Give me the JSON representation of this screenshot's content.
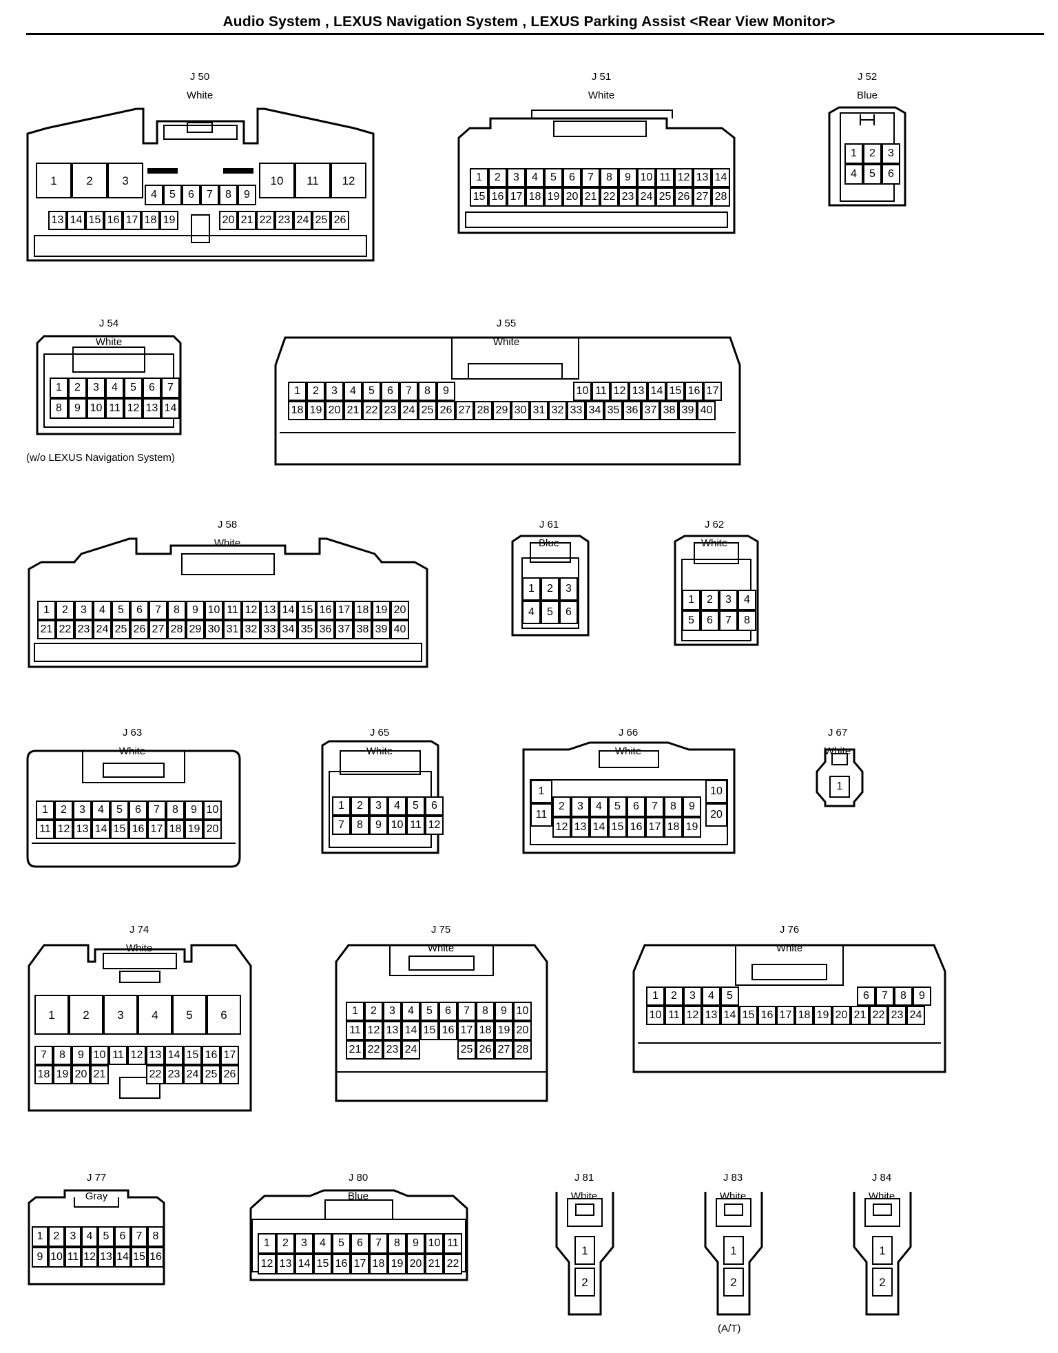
{
  "header": {
    "title": "Audio System , LEXUS Navigation System , LEXUS Parking Assist <Rear View Monitor>"
  },
  "connectors": [
    {
      "id": "J 50",
      "color": "White",
      "note": ""
    },
    {
      "id": "J 51",
      "color": "White",
      "note": ""
    },
    {
      "id": "J 52",
      "color": "Blue",
      "note": ""
    },
    {
      "id": "J 54",
      "color": "White",
      "note": "(w/o LEXUS Navigation System)"
    },
    {
      "id": "J 55",
      "color": "White",
      "note": ""
    },
    {
      "id": "J 58",
      "color": "White",
      "note": ""
    },
    {
      "id": "J 61",
      "color": "Blue",
      "note": ""
    },
    {
      "id": "J 62",
      "color": "White",
      "note": ""
    },
    {
      "id": "J 63",
      "color": "White",
      "note": ""
    },
    {
      "id": "J 65",
      "color": "White",
      "note": ""
    },
    {
      "id": "J 66",
      "color": "White",
      "note": ""
    },
    {
      "id": "J 67",
      "color": "White",
      "note": ""
    },
    {
      "id": "J 74",
      "color": "White",
      "note": ""
    },
    {
      "id": "J 75",
      "color": "White",
      "note": ""
    },
    {
      "id": "J 76",
      "color": "White",
      "note": ""
    },
    {
      "id": "J 77",
      "color": "Gray",
      "note": ""
    },
    {
      "id": "J 80",
      "color": "Blue",
      "note": ""
    },
    {
      "id": "J 81",
      "color": "White",
      "note": ""
    },
    {
      "id": "J 83",
      "color": "White",
      "note": "(A/T)"
    },
    {
      "id": "J 84",
      "color": "White",
      "note": ""
    }
  ]
}
